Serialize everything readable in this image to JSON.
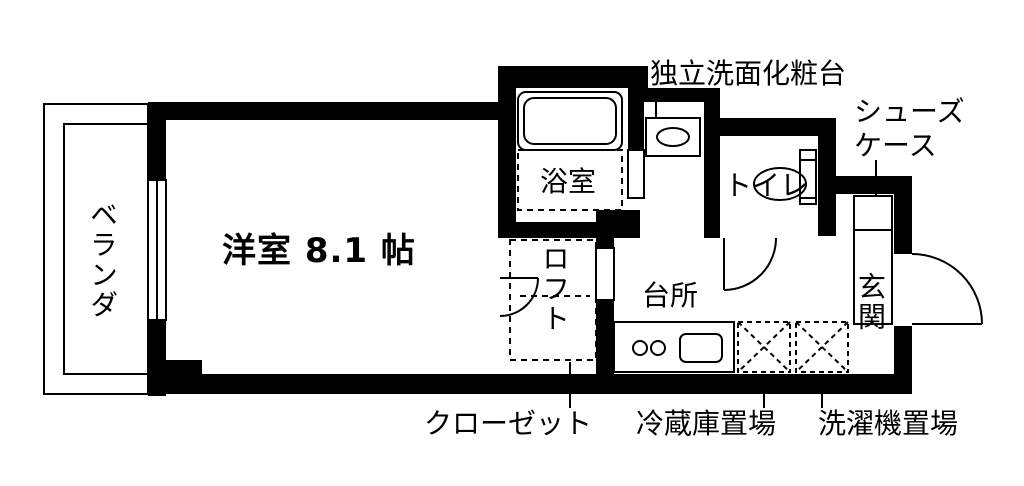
{
  "rooms": {
    "western_room": "洋室 8.1 帖",
    "bathroom": "浴室",
    "toilet": "トイレ",
    "kitchen": "台所",
    "entrance": "玄関",
    "veranda": "ベランダ",
    "loft": "ロフト"
  },
  "callouts": {
    "vanity": "独立洗面化粧台",
    "shoe_case_line1": "シューズ",
    "shoe_case_line2": "ケース",
    "closet": "クローゼット",
    "fridge_space": "冷蔵庫置場",
    "washer_space": "洗濯機置場"
  },
  "colors": {
    "wall": "#000000",
    "background": "#ffffff",
    "fixture": "#555555"
  }
}
